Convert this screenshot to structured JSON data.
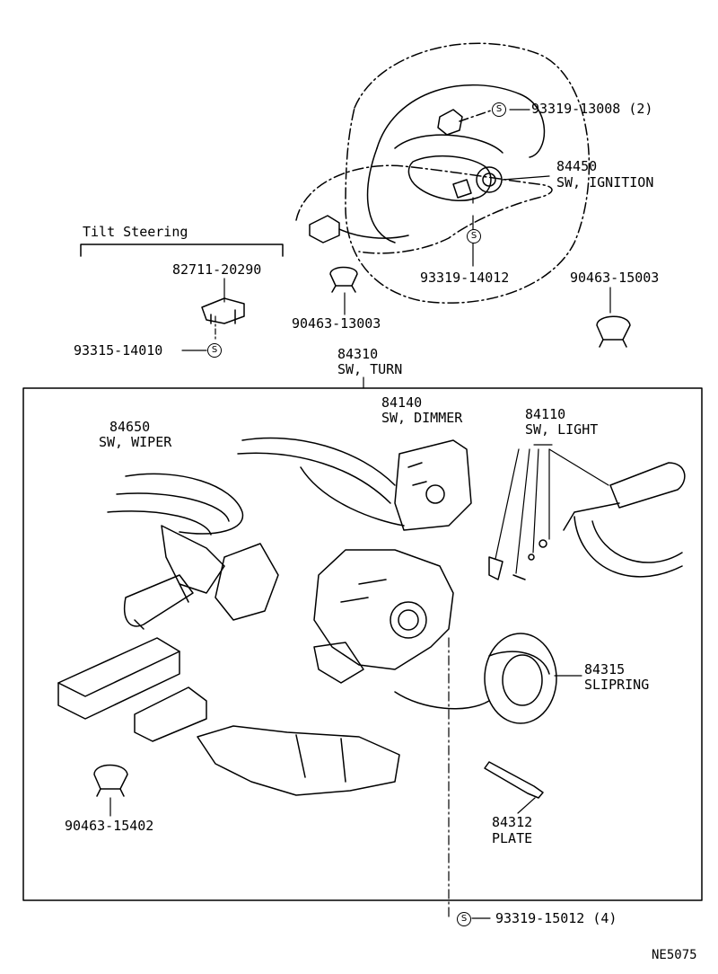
{
  "diagram_code": "NE5075",
  "tilt_steering": "Tilt Steering",
  "s_symbol": "S",
  "parts": {
    "p93319_13008": "93319-13008 (2)",
    "p84450_num": "84450",
    "p84450_name": "SW, IGNITION",
    "p93319_14012": "93319-14012",
    "p90463_15003": "90463-15003",
    "p90463_13003": "90463-13003",
    "p82711_20290": "82711-20290",
    "p93315_14010": "93315-14010",
    "p84310_num": "84310",
    "p84310_name": "SW, TURN",
    "p84650_num": "84650",
    "p84650_name": "SW, WIPER",
    "p84140_num": "84140",
    "p84140_name": "SW, DIMMER",
    "p84110_num": "84110",
    "p84110_name": "SW, LIGHT",
    "p84315_num": "84315",
    "p84315_name": "SLIPRING",
    "p84312_num": "84312",
    "p84312_name": "PLATE",
    "p90463_15402": "90463-15402",
    "p93319_15012": "93319-15012 (4)"
  }
}
